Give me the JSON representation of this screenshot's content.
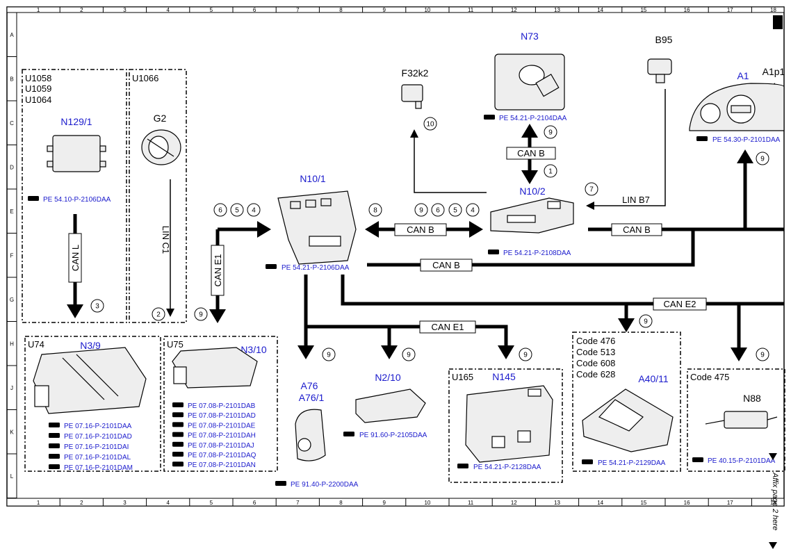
{
  "grid": {
    "cols": [
      "1",
      "2",
      "3",
      "4",
      "5",
      "6",
      "7",
      "8",
      "9",
      "10",
      "11",
      "12",
      "13",
      "14",
      "15",
      "16",
      "17",
      "18"
    ],
    "rows": [
      "A",
      "B",
      "C",
      "D",
      "E",
      "F",
      "G",
      "H",
      "J",
      "K",
      "L"
    ]
  },
  "groups": {
    "g1_codes": [
      "U1058",
      "U1059",
      "U1064"
    ],
    "g2_code": "U1066",
    "u74": "U74",
    "u75": "U75",
    "u165": "U165",
    "a40_codes": [
      "Code 476",
      "Code 513",
      "Code 608",
      "Code 628"
    ],
    "n88_code": "Code 475"
  },
  "components": {
    "n129": "N129/1",
    "g2": "G2",
    "n10_1": "N10/1",
    "f32k2": "F32k2",
    "n73": "N73",
    "b95": "B95",
    "a1": "A1",
    "a1p1": "A1p1",
    "n10_2": "N10/2",
    "n3_9": "N3/9",
    "n3_10": "N3/10",
    "a76": "A76",
    "a76_1": "A76/1",
    "n2_10": "N2/10",
    "n145": "N145",
    "a40_11": "A40/11",
    "n88": "N88"
  },
  "refs": {
    "n129": "PE 54.10-P-2106DAA",
    "n10_1": "PE 54.21-P-2106DAA",
    "n73": "PE 54.21-P-2104DAA",
    "n10_2": "PE 54.21-P-2108DAA",
    "a1": "PE 54.30-P-2101DAA",
    "u74": [
      "PE 07.16-P-2101DAA",
      "PE 07.16-P-2101DAD",
      "PE 07.16-P-2101DAI",
      "PE 07.16-P-2101DAL",
      "PE 07.16-P-2101DAM"
    ],
    "u75": [
      "PE 07.08-P-2101DAB",
      "PE 07.08-P-2101DAD",
      "PE 07.08-P-2101DAE",
      "PE 07.08-P-2101DAH",
      "PE 07.08-P-2101DAJ",
      "PE 07.08-P-2101DAQ",
      "PE 07.08-P-2101DAN"
    ],
    "a76": "PE 91.40-P-2200DAA",
    "n2_10": "PE 91.60-P-2105DAA",
    "n145": "PE 54.21-P-2128DAA",
    "a40_11": "PE 54.21-P-2129DAA",
    "n88": "PE 40.15-P-2101DAA"
  },
  "buses": {
    "can_l": "CAN L",
    "lin_c1": "LIN C1",
    "can_e1_v": "CAN E1",
    "can_b_mid": "CAN B",
    "can_b_n73": "CAN B",
    "lin_b7": "LIN B7",
    "can_b_right": "CAN B",
    "can_b_low": "CAN B",
    "can_e2": "CAN E2",
    "can_e1_h": "CAN E1"
  },
  "circles": {
    "c3": "3",
    "c2": "2",
    "c9a": "9",
    "c6": "6",
    "c5": "5",
    "c4": "4",
    "c8": "8",
    "c9b": "9",
    "c6b": "6",
    "c5b": "5",
    "c4b": "4",
    "c10": "10",
    "c9n73": "9",
    "c1": "1",
    "c7": "7",
    "c9a1": "9",
    "c9h1": "9",
    "c9h2": "9",
    "c9h3": "9",
    "c9e2": "9",
    "c9n88": "9"
  },
  "side_note": "Affix page 2 here",
  "colors": {
    "link_blue": "#1a1acc",
    "line": "#000000"
  }
}
